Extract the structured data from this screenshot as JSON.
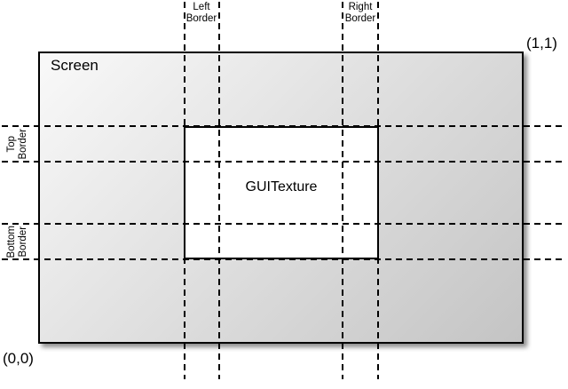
{
  "colors": {
    "screen_gradient_start": "#f9f9f9",
    "screen_gradient_end": "#c4c4c4",
    "line": "#000000",
    "texture_fill": "#ffffff",
    "background": "#ffffff"
  },
  "diagram": {
    "screen_label": "Screen",
    "texture_label": "GUITexture",
    "coordinates": {
      "bottom_left": "(0,0)",
      "top_right": "(1,1)"
    },
    "borders": {
      "left": "Left\nBorder",
      "right": "Right\nBorder",
      "top": "Top\nBorder",
      "bottom": "Bottom\nBorder"
    }
  }
}
